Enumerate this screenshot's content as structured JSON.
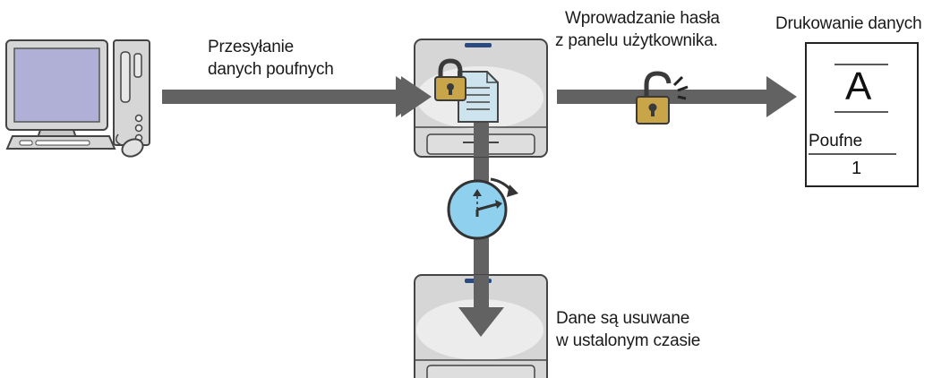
{
  "labels": {
    "send_line1": "Przesyłanie",
    "send_line2": "danych poufnych",
    "password_line1": "Wprowadzanie hasła",
    "password_line2": "z panelu użytkownika.",
    "print_title": "Drukowanie danych",
    "delete_line1": "Dane są usuwane",
    "delete_line2": "w ustalonym czasie"
  },
  "printout": {
    "letter": "A",
    "tag": "Poufne",
    "page_number": "1"
  },
  "icons": [
    "computer-icon",
    "printer-icon",
    "padlock-icon",
    "document-icon",
    "open-padlock-icon",
    "clock-icon",
    "printed-page-icon"
  ],
  "colors": {
    "arrow": "#626262",
    "device_fill": "#d3d3d3",
    "device_stroke": "#4a4a4a",
    "screen": "#b0b0d6",
    "clock_face": "#8fd0ef",
    "padlock": "#c9a54a",
    "document": "#cde3ee"
  }
}
